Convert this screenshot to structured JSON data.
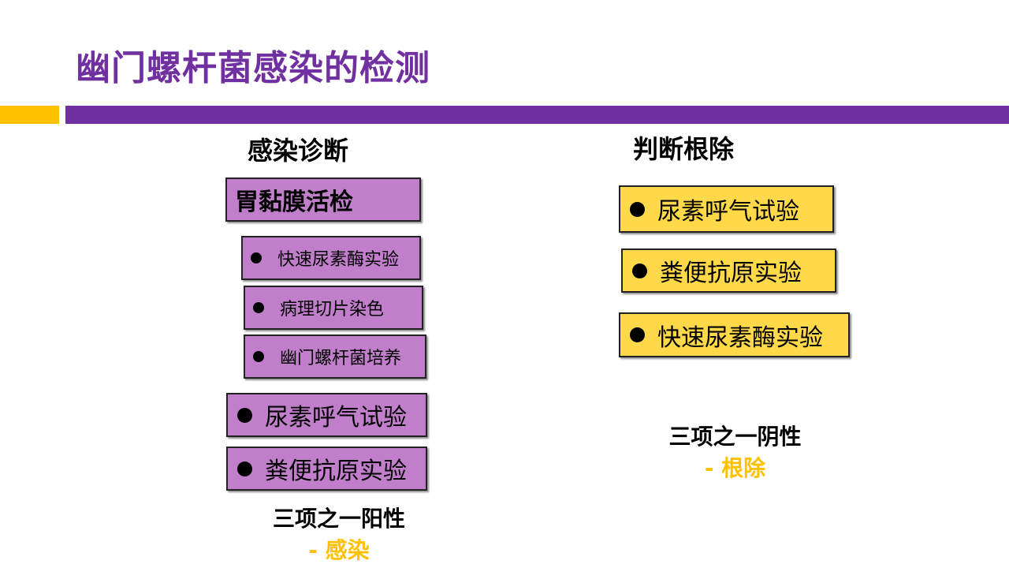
{
  "title": "幽门螺杆菌感染的检测",
  "colors": {
    "accent_purple": "#7030a0",
    "accent_gold": "#ffc000",
    "box_purple": "#c17fcb",
    "box_yellow": "#ffd94a"
  },
  "left": {
    "heading": "感染诊断",
    "biopsy": "胃黏膜活检",
    "biopsy_items": [
      "快速尿素酶实验",
      "病理切片染色",
      "幽门螺杆菌培养"
    ],
    "tests": [
      "尿素呼气试验",
      "粪便抗原实验"
    ],
    "result_line1": "三项之一阳性",
    "result_line2": "- 感染"
  },
  "right": {
    "heading": "判断根除",
    "tests": [
      "尿素呼气试验",
      "粪便抗原实验",
      "快速尿素酶实验"
    ],
    "result_line1": "三项之一阴性",
    "result_line2": "- 根除"
  }
}
